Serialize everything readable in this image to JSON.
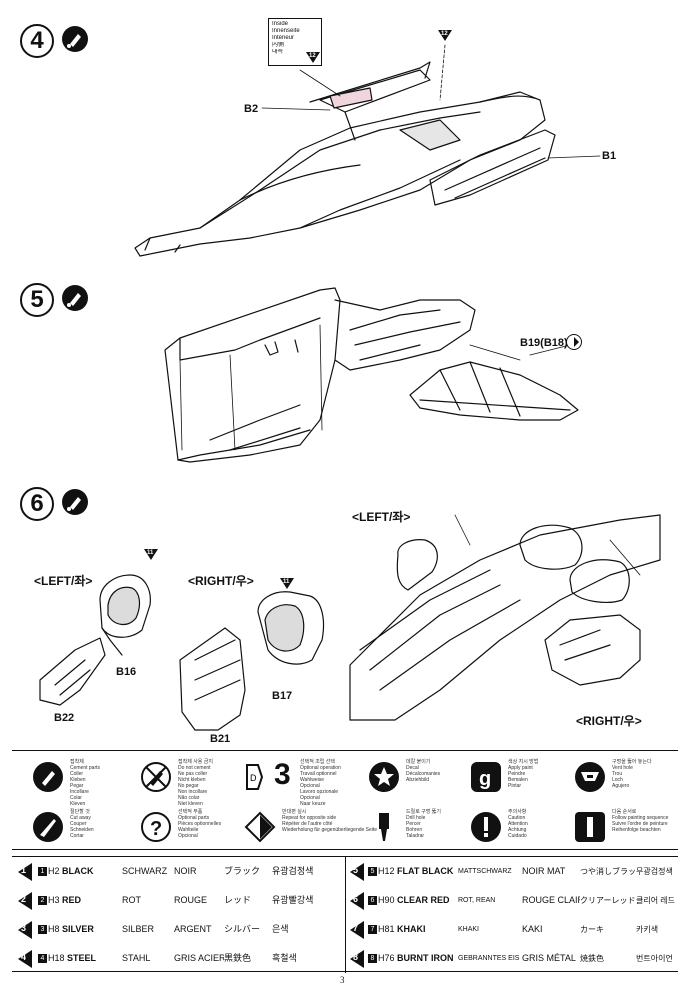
{
  "steps": [
    {
      "number": "4"
    },
    {
      "number": "5"
    },
    {
      "number": "6"
    }
  ],
  "step4": {
    "note_lines": [
      "Inside",
      "Innenseite",
      "Intérieur",
      "内側",
      "내측"
    ],
    "note_tag": "12",
    "tag": "12",
    "part_b2": "B2",
    "part_b1": "B1"
  },
  "step5": {
    "part_wing": "B19(B18)"
  },
  "step6": {
    "left_label": "<LEFT/좌>",
    "right_label": "<RIGHT/우>",
    "left_tag": "11",
    "right_tag": "11",
    "part_b16": "B16",
    "part_b22": "B22",
    "part_b17": "B17",
    "part_b21": "B21",
    "detail_left": "<LEFT/좌>",
    "detail_right": "<RIGHT/우>"
  },
  "legend": {
    "cement": [
      "접착제",
      "Cement parts",
      "Coller",
      "Kleben",
      "Pegar",
      "Incollare",
      "Colar",
      "Kleven"
    ],
    "no_cement": [
      "접착제 사용 금지",
      "Do not cement",
      "Ne pas coller",
      "Nicht kleben",
      "No pegar",
      "Non incollare",
      "Não colar",
      "Niet kleven"
    ],
    "option_num": "3",
    "option": [
      "선택적 조립 선택",
      "Optional operation",
      "Travail optionnel",
      "Wahlweise",
      "Opcional",
      "Lavoro opzionale",
      "Opcional",
      "Naar keuze"
    ],
    "decal": [
      "데칼 붙이기",
      "Decal",
      "Décalcomanies",
      "Abziehbild"
    ],
    "paint": [
      "색상 지시 방법",
      "Apply paint",
      "Peindre",
      "Bemalen",
      "Pintar"
    ],
    "vent": [
      "구멍을 뚫어 놓는다",
      "Vent hole",
      "Trou",
      "Loch",
      "Agujero"
    ],
    "cut": [
      "절단할 것",
      "Cut away",
      "Couper",
      "Schneiden",
      "Cortar"
    ],
    "optional_parts": [
      "선택적 부품",
      "Optional parts",
      "Pièces optionnelles",
      "Wahlteile",
      "Opcional"
    ],
    "opposite": [
      "반대편 실시",
      "Repeat for opposite side",
      "Répéter de l'autre côté",
      "Wiederholung für gegenüberliegende Seite"
    ],
    "drill": [
      "드릴로 구멍 뚫기",
      "Drill hole",
      "Percer",
      "Bohren",
      "Taladrar"
    ],
    "caution": [
      "주의사항",
      "Caution",
      "Attention",
      "Achtung",
      "Cuidado"
    ],
    "follow": [
      "다음 순서로",
      "Follow painting sequence",
      "Suivre l'ordre de peinture",
      "Reihenfolge beachten"
    ]
  },
  "paints": [
    {
      "num": "1",
      "code": "H2",
      "en": "BLACK",
      "de": "SCHWARZ",
      "fr": "NOIR",
      "jp": "ブラック",
      "kr": "유광검정색"
    },
    {
      "num": "2",
      "code": "H3",
      "en": "RED",
      "de": "ROT",
      "fr": "ROUGE",
      "jp": "レッド",
      "kr": "유광빨강색"
    },
    {
      "num": "3",
      "code": "H8",
      "en": "SILVER",
      "de": "SILBER",
      "fr": "ARGENT",
      "jp": "シルバー",
      "kr": "은색"
    },
    {
      "num": "4",
      "code": "H18",
      "en": "STEEL",
      "de": "STAHL",
      "fr": "GRIS ACIER",
      "jp": "黒鉄色",
      "kr": "흑철색"
    },
    {
      "num": "5",
      "code": "H12",
      "en": "FLAT BLACK",
      "de": "MATTSCHWARZ",
      "fr": "NOIR MAT",
      "jp": "つや消しブラック",
      "kr": "무광검정색"
    },
    {
      "num": "6",
      "code": "H90",
      "en": "CLEAR RED",
      "de": "ROT, REAN",
      "fr": "ROUGE CLAIR",
      "jp": "クリアーレッド",
      "kr": "클리어 레드"
    },
    {
      "num": "7",
      "code": "H81",
      "en": "KHAKI",
      "de": "KHAKI",
      "fr": "KAKI",
      "jp": "カーキ",
      "kr": "카키색"
    },
    {
      "num": "8",
      "code": "H76",
      "en": "BURNT IRON",
      "de": "GEBRANNTES EISEN",
      "fr": "GRIS MÉTAL",
      "jp": "焼鉄色",
      "kr": "번트아이언"
    }
  ],
  "page_number": "3"
}
